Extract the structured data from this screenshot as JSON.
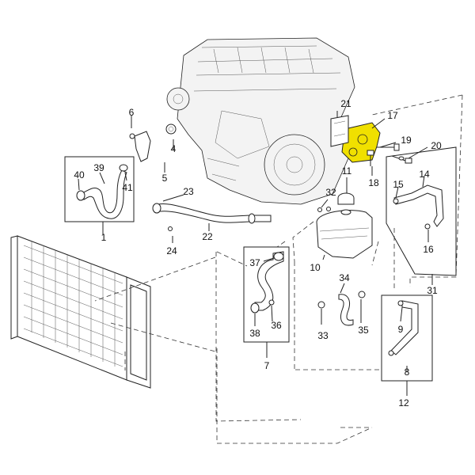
{
  "colors": {
    "highlight": "#f0e000",
    "line": "#222222",
    "background": "#ffffff"
  },
  "callouts": {
    "c1": "1",
    "c4": "4",
    "c5": "5",
    "c6": "6",
    "c7": "7",
    "c8": "8",
    "c9": "9",
    "c10": "10",
    "c11": "11",
    "c12": "12",
    "c14": "14",
    "c15": "15",
    "c16": "16",
    "c17": "17",
    "c18": "18",
    "c19": "19",
    "c20": "20",
    "c21": "21",
    "c22": "22",
    "c23": "23",
    "c24": "24",
    "c31": "31",
    "c32": "32",
    "c33": "33",
    "c34": "34",
    "c35": "35",
    "c36": "36",
    "c37": "37",
    "c38": "38",
    "c39": "39",
    "c40": "40",
    "c41": "41"
  }
}
